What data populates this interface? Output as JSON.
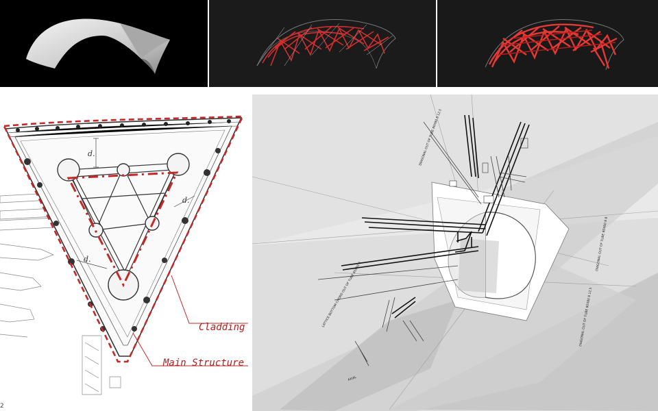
{
  "section_drawing": {
    "callouts": {
      "cladding": "Cladding",
      "main_structure": "Main Structure"
    },
    "dimensions": {
      "d1": "d.",
      "d2": "d.",
      "d3": "d."
    }
  },
  "node_detail": {
    "annotations": {
      "diagonal_top": "DIAGONAL OUT OF TUBE 80X80 8 12.5",
      "lattice_bottom_chord": "LATTICE BOTTOM CHORD OUT OF TUBE 80X80 8",
      "diagonal_right": "DIAGONAL OUT OF TUBE 80X60 8 8",
      "diagonal_bottom": "DIAGONAL OUT OF TUBE 80X80 8 12.5",
      "axial": "AXIAL"
    }
  },
  "page_number": "2",
  "colors": {
    "structure_red": "#c62828",
    "shell_grey": "#cfcfcf",
    "background_dark": "#1b1b1b"
  }
}
